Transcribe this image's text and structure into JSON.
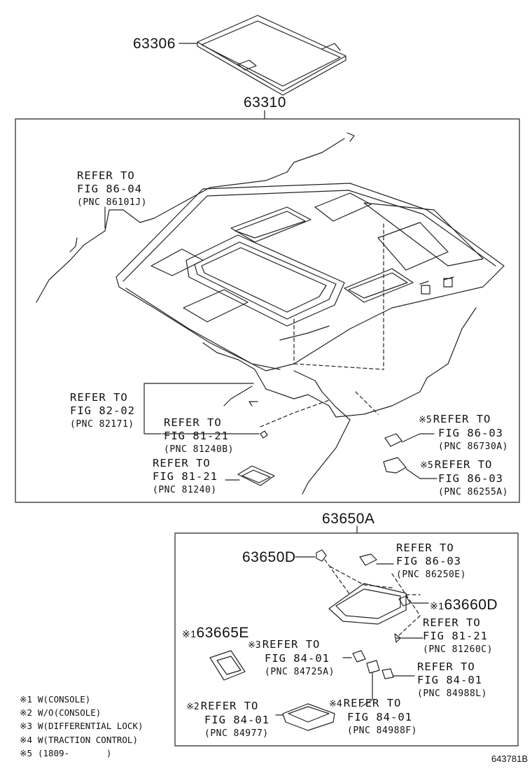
{
  "parts": {
    "p63306": "63306",
    "p63310": "63310",
    "p63650A": "63650A",
    "p63650D": "63650D",
    "p63660D": "63660D",
    "p63665E": "63665E"
  },
  "markers": {
    "m1": "※1",
    "m2": "※2",
    "m3": "※3",
    "m4": "※4",
    "m5": "※5"
  },
  "refs": [
    {
      "l1": "REFER TO",
      "l2": "FIG 86-04",
      "l3": "(PNC 86101J)"
    },
    {
      "l1": "REFER TO",
      "l2": "FIG 82-02",
      "l3": "(PNC 82171)"
    },
    {
      "l1": "REFER TO",
      "l2": "FIG 81-21",
      "l3": "(PNC 81240B)"
    },
    {
      "l1": "REFER TO",
      "l2": "FIG 81-21",
      "l3": "(PNC 81240)"
    },
    {
      "l1": "REFER TO",
      "l2": "FIG 86-03",
      "l3": "(PNC 86730A)"
    },
    {
      "l1": "REFER TO",
      "l2": "FIG 86-03",
      "l3": "(PNC 86255A)"
    },
    {
      "l1": "REFER TO",
      "l2": "FIG 86-03",
      "l3": "(PNC 86250E)"
    },
    {
      "l1": "REFER TO",
      "l2": "FIG 81-21",
      "l3": "(PNC 81260C)"
    },
    {
      "l1": "REFER TO",
      "l2": "FIG 84-01",
      "l3": "(PNC 84725A)"
    },
    {
      "l1": "REFER TO",
      "l2": "FIG 84-01",
      "l3": "(PNC 84988L)"
    },
    {
      "l1": "REFER TO",
      "l2": "FIG 84-01",
      "l3": "(PNC 84977)"
    },
    {
      "l1": "REFER TO",
      "l2": "FIG 84-01",
      "l3": "(PNC 84988F)"
    }
  ],
  "legend": [
    {
      "mark": "※1",
      "text": "W(CONSOLE)"
    },
    {
      "mark": "※2",
      "text": "W/O(CONSOLE)"
    },
    {
      "mark": "※3",
      "text": "W(DIFFERENTIAL LOCK)"
    },
    {
      "mark": "※4",
      "text": "W(TRACTION CONTROL)"
    },
    {
      "mark": "※5",
      "text": "(1809-       )"
    }
  ],
  "figure_number": "643781B"
}
